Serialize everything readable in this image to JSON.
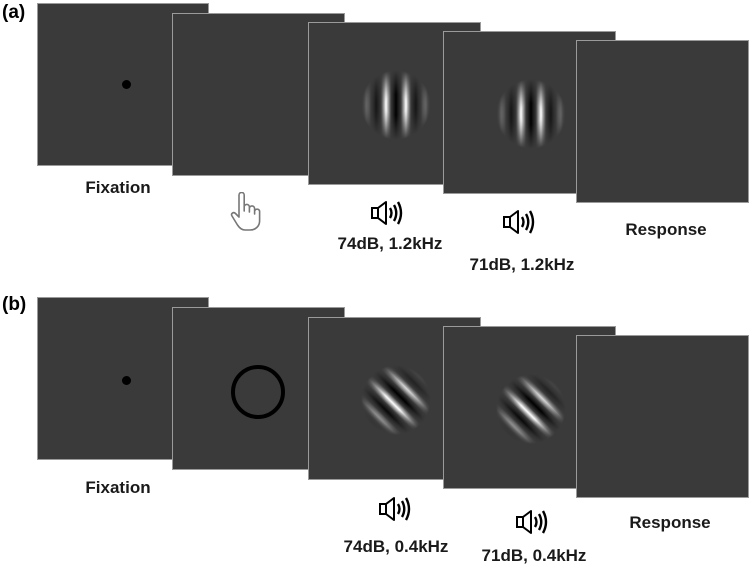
{
  "panel_a": {
    "label": "(a)",
    "captions": {
      "fixation": "Fixation",
      "tone1": "74dB, 1.2kHz",
      "tone2": "71dB, 1.2kHz",
      "response": "Response"
    }
  },
  "panel_b": {
    "label": "(b)",
    "captions": {
      "fixation": "Fixation",
      "tone1": "74dB, 0.4kHz",
      "tone2": "71dB, 0.4kHz",
      "response": "Response"
    }
  },
  "icons": {
    "speaker": "speaker-icon",
    "hand": "pointing-hand-icon"
  },
  "colors": {
    "screen": "#3a3a3a",
    "screen_border": "#9a9a9a",
    "text": "#1a1a1a"
  }
}
